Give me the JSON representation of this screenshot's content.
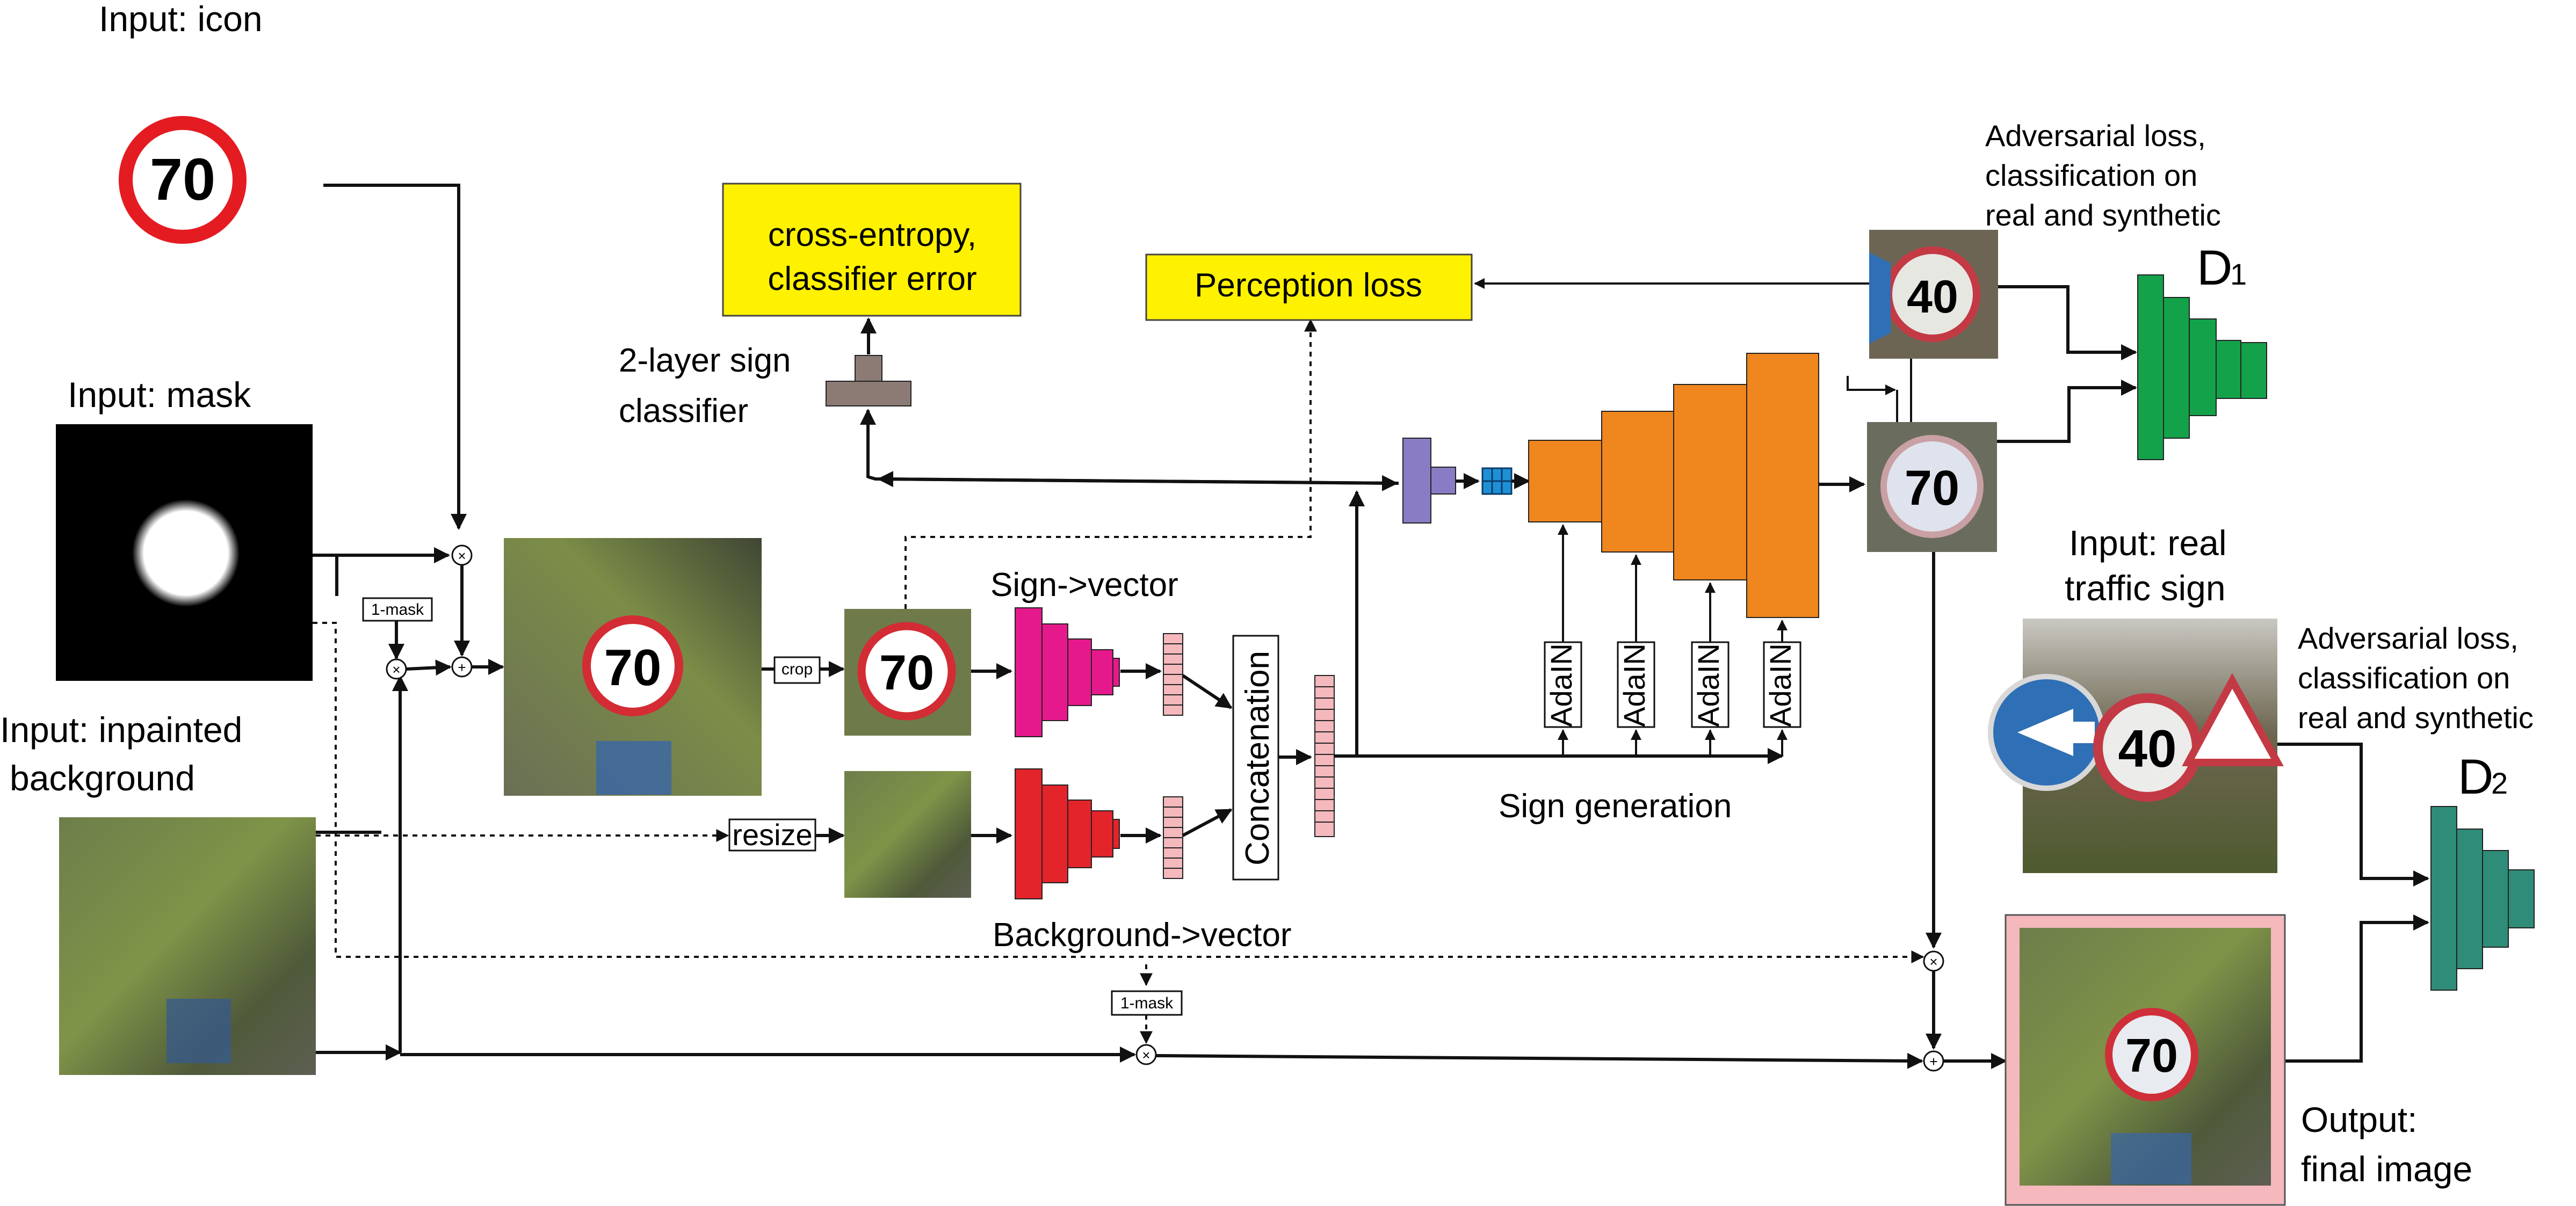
{
  "labels": {
    "input_icon": "Input: icon",
    "input_mask": "Input: mask",
    "input_bg_1": "Input: inpainted",
    "input_bg_2": "background",
    "crop": "crop",
    "resize": "resize",
    "one_minus_mask": "1-mask",
    "ce_1": "cross-entropy,",
    "ce_2": "classifier error",
    "classifier_1": "2-layer sign",
    "classifier_2": "classifier",
    "perception_loss": "Perception loss",
    "sign_vector": "Sign->vector",
    "background_vector": "Background->vector",
    "concatenation": "Concatenation",
    "adain": "AdaIN",
    "sign_generation": "Sign generation",
    "adv1_1": "Adversarial loss,",
    "adv1_2": "classification on",
    "adv1_3": "real and synthetic",
    "d1_letter": "D",
    "d1_sub": "1",
    "real_1": "Input: real",
    "real_2": "traffic sign",
    "adv2_1": "Adversarial loss,",
    "adv2_2": "classification on",
    "adv2_3": "real and synthetic",
    "d2_letter": "D",
    "d2_sub": "2",
    "output_1": "Output:",
    "output_2": "final image",
    "sign_70": "70",
    "sign_40": "40"
  },
  "colors": {
    "loss_box": "#fff200",
    "classifier": "#8c7b75",
    "encoder_sign": "#e6198c",
    "encoder_bg": "#e3242b",
    "vector": "#f4b8bd",
    "generator": "#f0861e",
    "style_block": "#8a7cc4",
    "latent": "#1e90d6",
    "discriminator_1": "#13a24a",
    "discriminator_2": "#2f8c78",
    "output_frame": "#f4b8bd"
  },
  "icons": [
    "speed-limit-70-icon",
    "multiply-op-icon",
    "add-op-icon",
    "arrow-head-icon"
  ]
}
